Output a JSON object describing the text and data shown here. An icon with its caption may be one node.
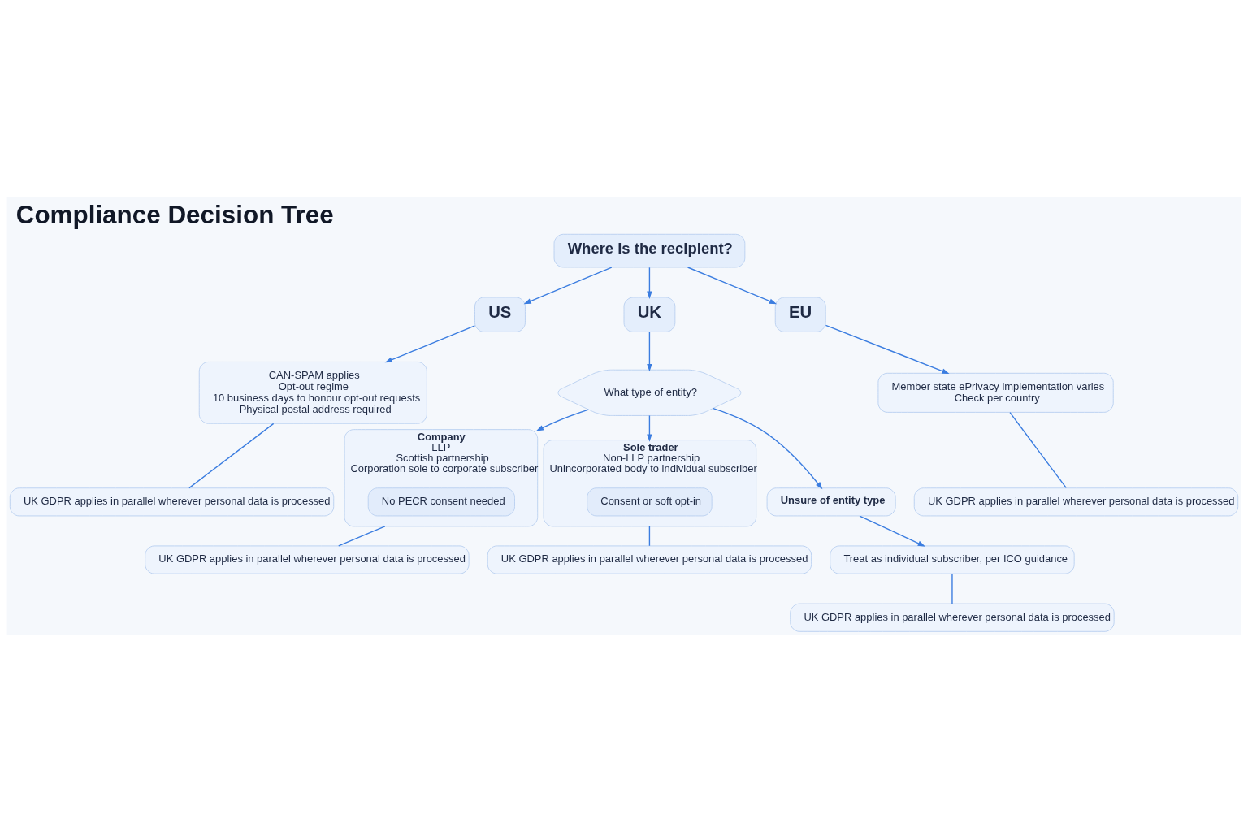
{
  "diagram": {
    "title": "Compliance Decision Tree",
    "nodes": [
      {
        "text": [
          "Where is the recipient?"
        ]
      },
      {
        "text": [
          "US"
        ]
      },
      {
        "text": [
          "UK"
        ]
      },
      {
        "text": [
          "EU"
        ]
      },
      {
        "text": [
          "CAN-SPAM applies",
          "Opt-out regime",
          "10 business days to honour opt-out requests",
          "Physical postal address required"
        ]
      },
      {
        "text": [
          "UK GDPR applies in parallel wherever personal data is processed"
        ]
      },
      {
        "text": [
          "What type of entity?"
        ]
      },
      {
        "text": [
          "Company",
          "LLP",
          "Scottish partnership",
          "Corporation sole to corporate subscriber"
        ]
      },
      {
        "text": [
          "No PECR consent needed"
        ],
        "in": 7
      },
      {
        "text": [
          "UK GDPR applies in parallel wherever personal data is processed"
        ]
      },
      {
        "text": [
          "Sole trader",
          "Non-LLP partnership",
          "Unincorporated body to individual subscriber"
        ]
      },
      {
        "text": [
          "Consent or soft opt-in"
        ],
        "in": 10
      },
      {
        "text": [
          "UK GDPR applies in parallel wherever personal data is processed"
        ]
      },
      {
        "text": [
          "Unsure of entity type"
        ]
      },
      {
        "text": [
          "Treat as individual subscriber, per ICO guidance"
        ]
      },
      {
        "text": [
          "UK GDPR applies in parallel wherever personal data is processed"
        ]
      },
      {
        "text": [
          "Member state ePrivacy implementation varies",
          "Check per country"
        ]
      },
      {
        "text": [
          "UK GDPR applies in parallel wherever personal data is processed"
        ]
      }
    ],
    "edges": [
      {
        "from": 0,
        "to": 1,
        "arrow": "to"
      },
      {
        "from": 0,
        "to": 2,
        "arrow": "to"
      },
      {
        "from": 0,
        "to": 3,
        "arrow": "to"
      },
      {
        "from": 1,
        "to": 4,
        "arrow": "to"
      },
      {
        "from": 4,
        "to": 5,
        "arrow": "none"
      },
      {
        "from": 2,
        "to": 6,
        "arrow": "to"
      },
      {
        "from": 6,
        "to": 7,
        "arrow": "to"
      },
      {
        "from": 6,
        "to": 10,
        "arrow": "to"
      },
      {
        "from": 6,
        "to": 13,
        "arrow": "to"
      },
      {
        "from": 7,
        "to": 9,
        "arrow": "none"
      },
      {
        "from": 10,
        "to": 12,
        "arrow": "none"
      },
      {
        "from": 13,
        "to": 14,
        "arrow": "to"
      },
      {
        "from": 14,
        "to": 15,
        "arrow": "none"
      },
      {
        "from": 3,
        "to": 16,
        "arrow": "to"
      },
      {
        "from": 16,
        "to": 17,
        "arrow": "none"
      }
    ]
  }
}
